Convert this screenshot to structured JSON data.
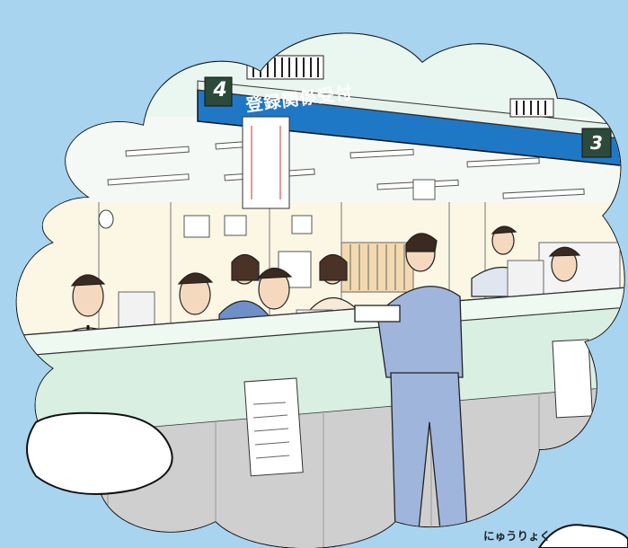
{
  "illustration": {
    "counter_sign_text": "登録関係受付",
    "counter_numbers": [
      "4",
      "3"
    ],
    "bottom_caption": "にゅうりょく"
  },
  "colors": {
    "background": "#a8d4f0",
    "sign_blue": "#1f78c6",
    "counter_green": "#d9efe1",
    "uniform_blue": "#9fb5dc",
    "bubble_white": "#ffffff"
  },
  "icons": [
    "thought-bubble-icon",
    "speech-bubble-icon"
  ]
}
